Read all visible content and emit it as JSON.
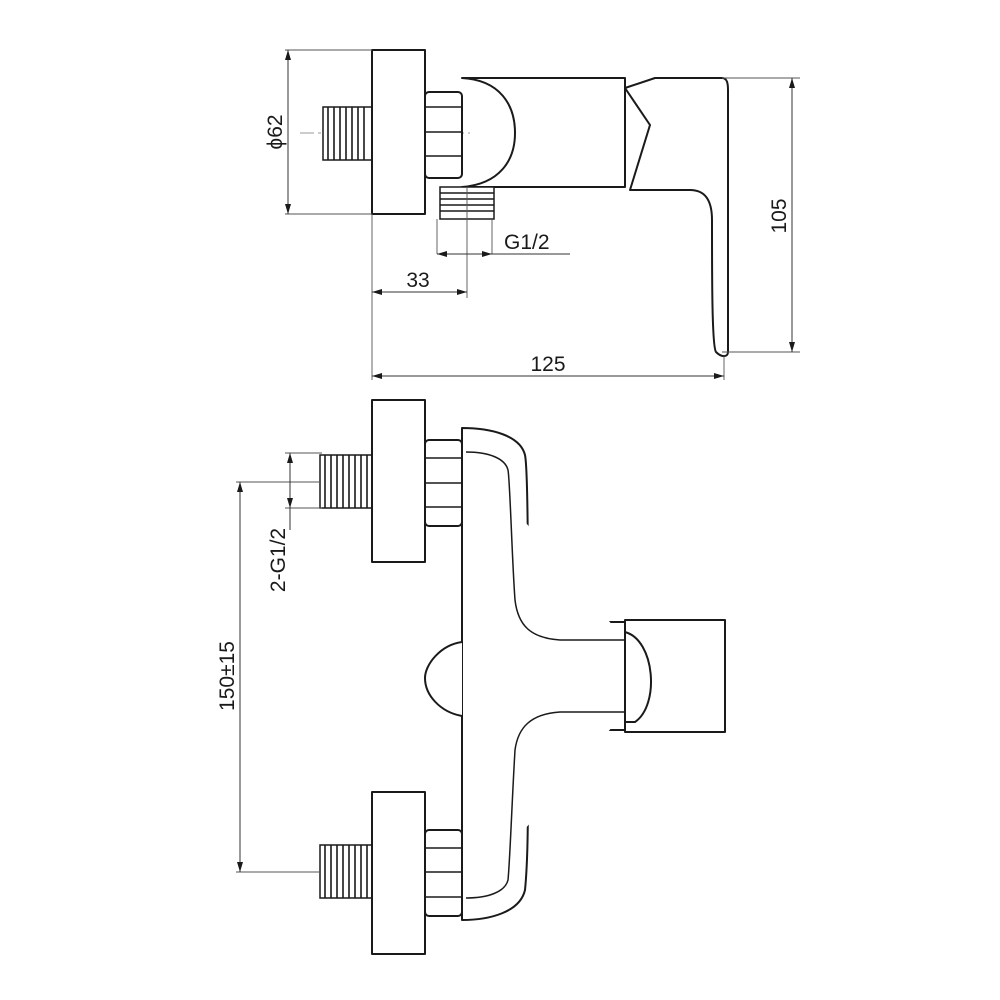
{
  "drawing": {
    "side_view": {
      "flange_diameter": "ϕ62",
      "outlet_thread": "G1/2",
      "connector_offset": "33",
      "overall_length": "125",
      "overall_height": "105"
    },
    "front_view": {
      "inlet_threads": "2-G1/2",
      "inlet_spacing": "150±15"
    }
  }
}
